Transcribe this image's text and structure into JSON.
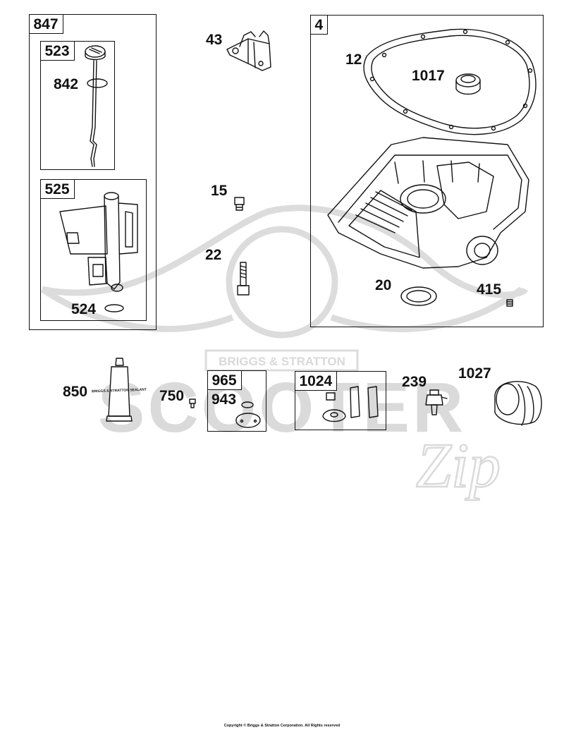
{
  "watermark": {
    "badge_text": "BRIGGS & STRATTON",
    "brand_text": "SCOOTER",
    "script_text": "Zip",
    "color": "#d9d9d9"
  },
  "kits": {
    "k847": "847",
    "k523": "523",
    "k525": "525",
    "k4": "4",
    "k965": "965",
    "k1024": "1024"
  },
  "parts": {
    "p842": "842",
    "p524": "524",
    "p43": "43",
    "p15": "15",
    "p22": "22",
    "p12": "12",
    "p1017": "1017",
    "p20": "20",
    "p415": "415",
    "p850": "850",
    "p750": "750",
    "p943": "943",
    "p239": "239",
    "p1027": "1027"
  },
  "tube_text": "BRIGGS & STRATTON SEALANT",
  "copyright": "Copyright © Briggs & Stratton Corporation. All Rights reserved"
}
